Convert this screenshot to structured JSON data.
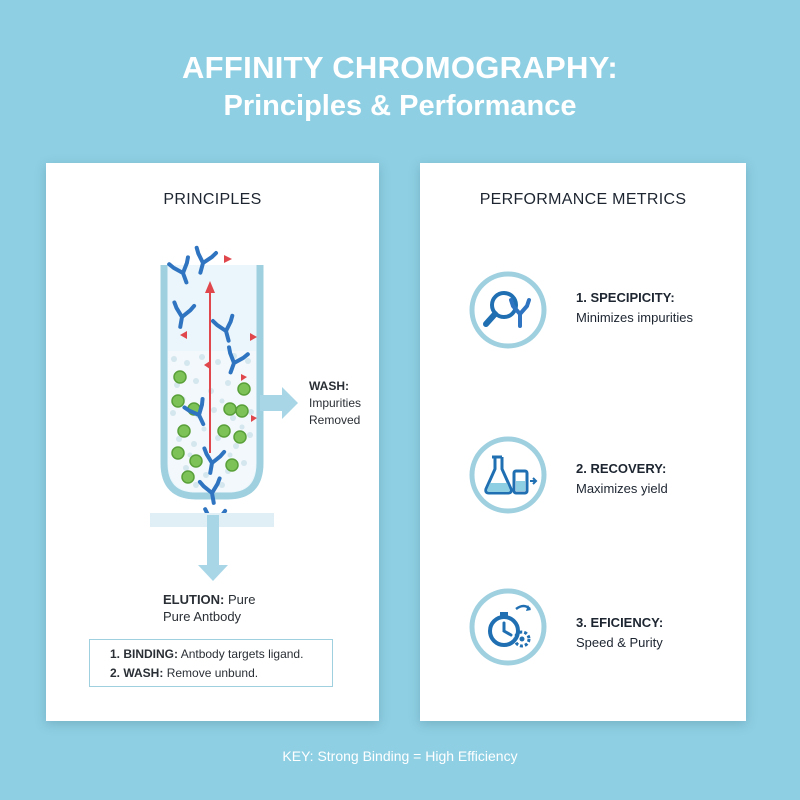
{
  "title": {
    "line1": "AFFINITY CHROMOGRAPHY:",
    "line2": "Principles & Performance"
  },
  "principles": {
    "heading": "PRINCIPLES",
    "wash": {
      "label": "WASH:",
      "line1": "Impurities",
      "line2": "Removed"
    },
    "elution": {
      "label": "ELUTION:",
      "suffix": "Pure",
      "line2": "Pure Antbody"
    },
    "steps": [
      {
        "label": "1. BINDING:",
        "text": "Antbody targets ligand."
      },
      {
        "label": "2. WASH:",
        "text": "Remove unbund."
      }
    ]
  },
  "performance": {
    "heading": "PERFORMANCE METRICS",
    "metrics": [
      {
        "title": "1. SPECIPICITY:",
        "desc": "Minimizes impurities",
        "icon": "magnifier-antibody-icon"
      },
      {
        "title": "2. RECOVERY:",
        "desc": "Maximizes yield",
        "icon": "flask-beaker-icon"
      },
      {
        "title": "3. EFICIENCY:",
        "desc": "Speed & Purity",
        "icon": "stopwatch-gear-icon"
      }
    ]
  },
  "footer": "KEY: Strong Binding = High Efficiency",
  "colors": {
    "background": "#8fcfe3",
    "antibody": "#2f74c0",
    "bead": "#7cc257",
    "impurity": "#e0474c",
    "column": "#9fd0e0",
    "icon_stroke": "#1f6fb2"
  }
}
